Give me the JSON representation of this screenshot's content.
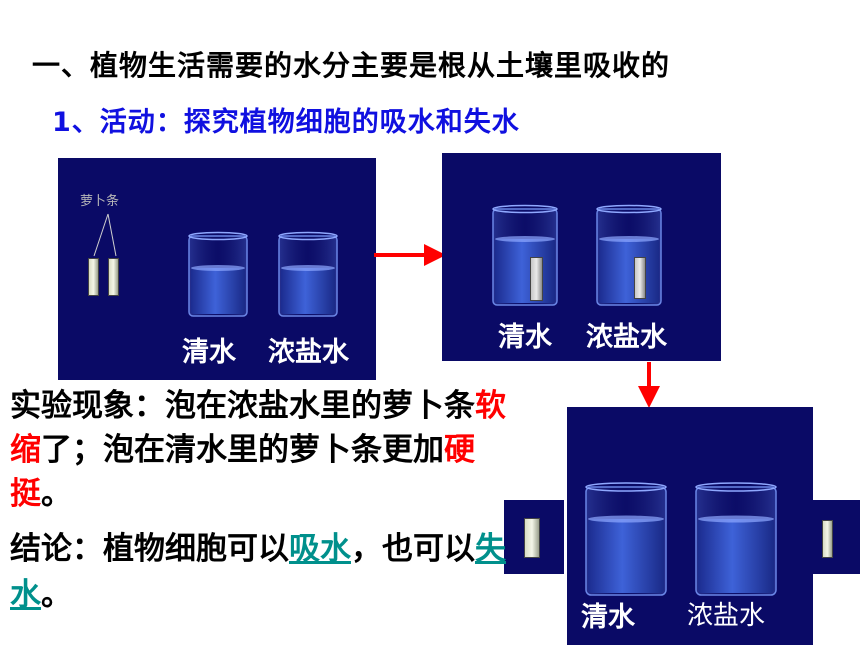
{
  "title": "一、植物生活需要的水分主要是根从土壤里吸收的",
  "subtitle": "1、活动：探究植物细胞的吸水和失水",
  "panel1": {
    "radish_label": "萝卜条",
    "beaker_left": "清水",
    "beaker_right": "浓盐水"
  },
  "panel2": {
    "beaker_left": "清水",
    "beaker_right": "浓盐水"
  },
  "panel3": {
    "beaker_left": "清水",
    "beaker_right": "浓盐水"
  },
  "observation": {
    "prefix": "实验现象：泡在浓盐水里的萝卜条",
    "shrink": "软缩",
    "middle": "了；泡在清水里的萝卜条更加",
    "hard": "硬挺",
    "suffix": "。"
  },
  "conclusion": {
    "prefix": "结论：植物细胞可以",
    "absorb": "吸水",
    "middle": "，也可以",
    "lose": "失水",
    "suffix": "。"
  },
  "colors": {
    "panel_bg": "#0a0a66",
    "arrow": "#ff0000",
    "highlight_red": "#ff0000",
    "highlight_teal": "#00908c",
    "subtitle": "#1010e0"
  }
}
